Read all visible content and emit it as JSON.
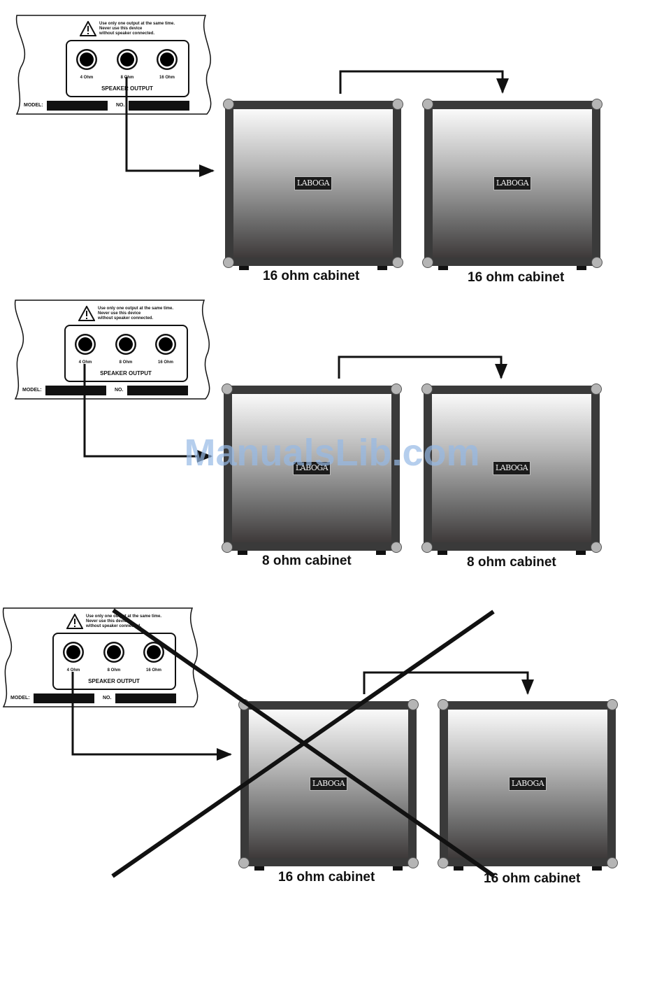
{
  "panel": {
    "warning_lines": [
      "Use only one output at the same time.",
      "Never use this device",
      "without speaker connected."
    ],
    "jack_labels": [
      "4 Ohm",
      "8 Ohm",
      "16 Ohm"
    ],
    "speaker_output": "SPEAKER OUTPUT",
    "model_label": "MODEL:",
    "no_label": "NO."
  },
  "logo_text": "LABOGA",
  "rows": [
    {
      "cabinet_labels": [
        "16 ohm cabinet",
        "16 ohm cabinet"
      ]
    },
    {
      "cabinet_labels": [
        "8 ohm cabinet",
        "8 ohm cabinet"
      ]
    },
    {
      "cabinet_labels": [
        "16 ohm cabinet",
        "16 ohm cabinet"
      ]
    }
  ],
  "watermark": "ManualsLib.com"
}
